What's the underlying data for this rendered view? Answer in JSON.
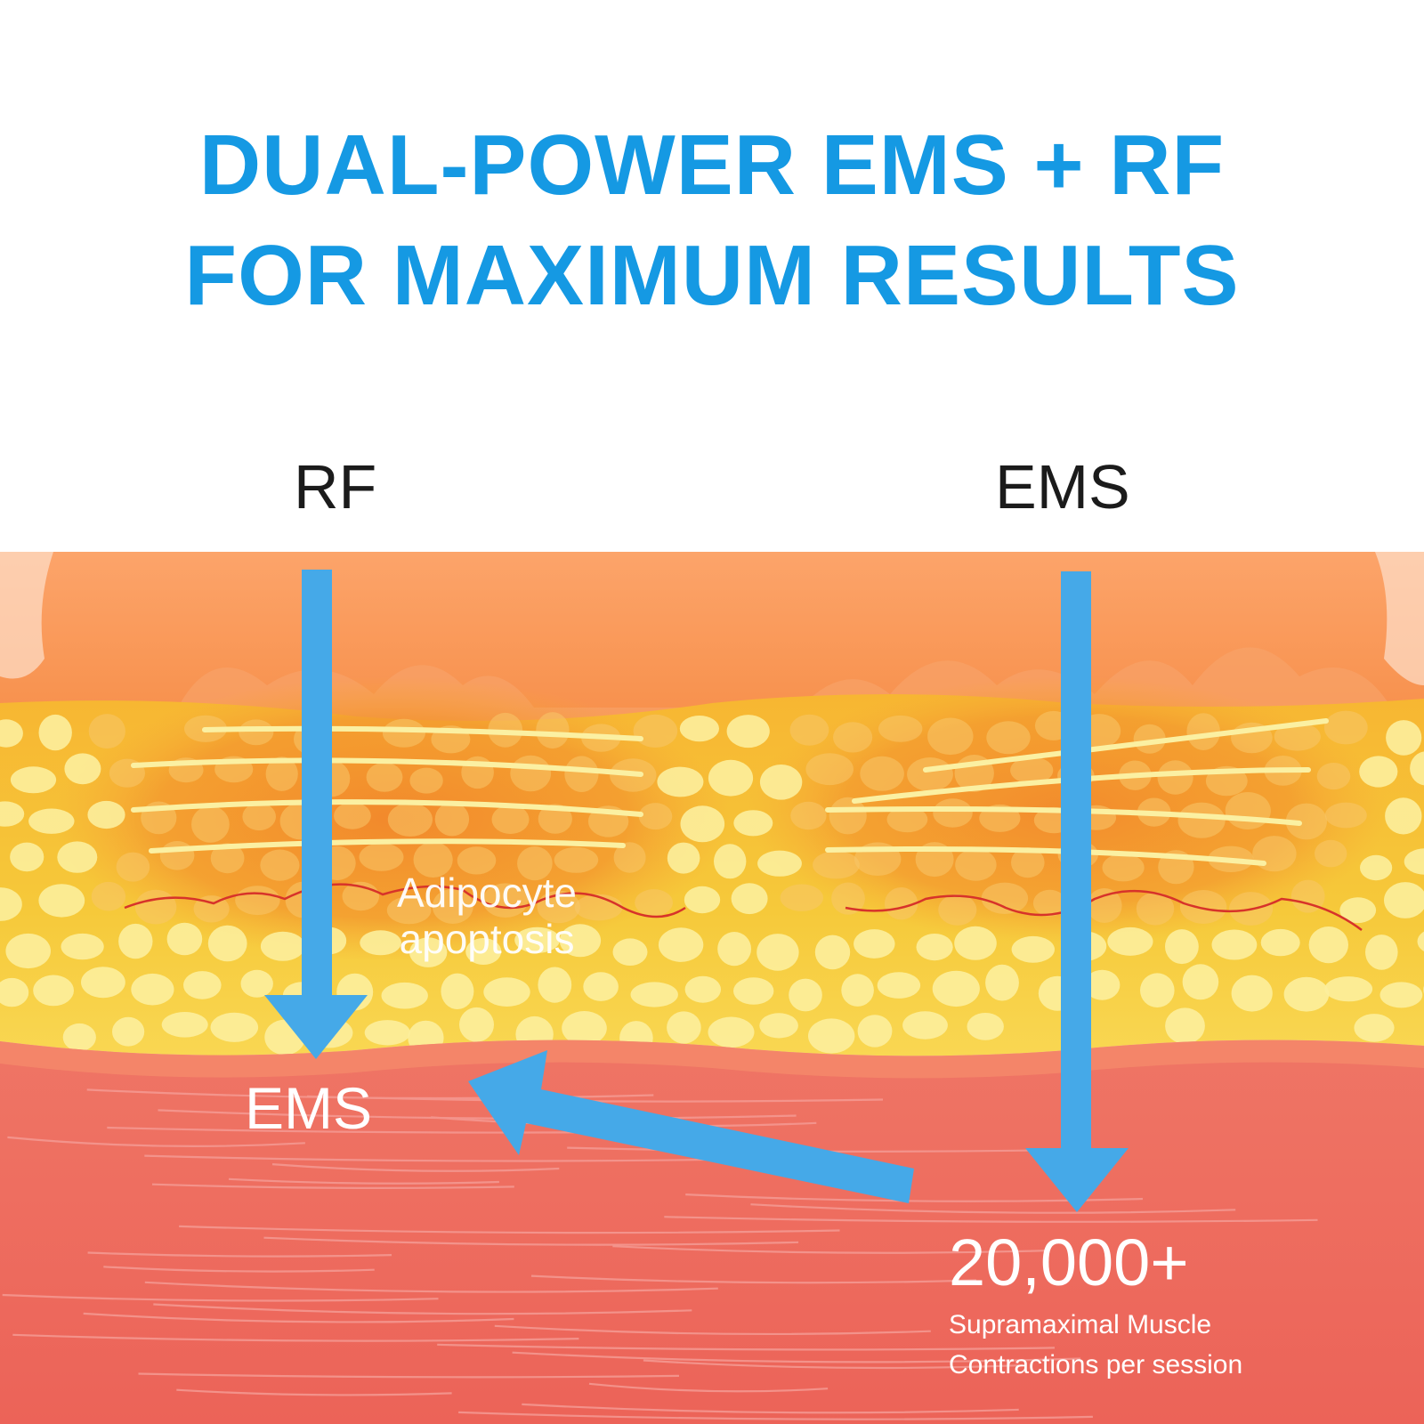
{
  "title": {
    "line1": "DUAL-POWER EMS + RF",
    "line2": "FOR MAXIMUM RESULTS"
  },
  "columns": {
    "left": "RF",
    "right": "EMS"
  },
  "fat_layer": {
    "label_line1": "Adipocyte",
    "label_line2": "apoptosis"
  },
  "muscle_layer": {
    "label": "EMS",
    "stat_value": "20,000+",
    "stat_line1": "Supramaximal Muscle",
    "stat_line2": "Contractions per session"
  },
  "colors": {
    "title_blue": "#1599e3",
    "arrow_blue": "#45a9e8",
    "skin_orange": "#f99a55",
    "fat_yellow": "#f5c633",
    "fat_cell": "#fcee9c",
    "muscle_red": "#ee6a5c",
    "label_dark": "#1b1b1b"
  },
  "icons": [
    "down-arrow-icon",
    "diagonal-arrow-icon"
  ]
}
